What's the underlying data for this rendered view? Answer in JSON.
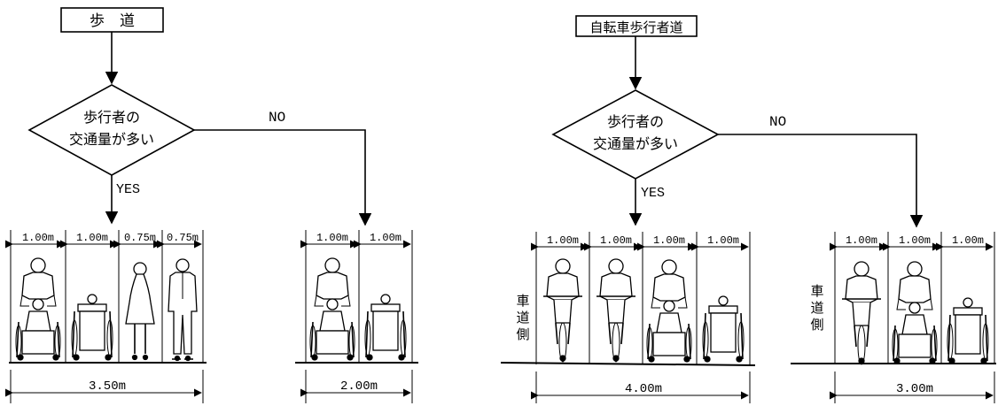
{
  "left": {
    "title": "歩　道",
    "decision_line1": "歩行者の",
    "decision_line2": "交通量が多い",
    "yes": "YES",
    "no": "NO",
    "yes_widths": [
      "1.00m",
      "1.00m",
      "0.75m",
      "0.75m"
    ],
    "yes_total": "3.50m",
    "no_widths": [
      "1.00m",
      "1.00m"
    ],
    "no_total": "2.00m"
  },
  "right": {
    "title": "自転車歩行者道",
    "decision_line1": "歩行者の",
    "decision_line2": "交通量が多い",
    "yes": "YES",
    "no": "NO",
    "roadside": [
      "車",
      "道",
      "側"
    ],
    "yes_widths": [
      "1.00m",
      "1.00m",
      "1.00m",
      "1.00m"
    ],
    "yes_total": "4.00m",
    "no_widths": [
      "1.00m",
      "1.00m",
      "1.00m"
    ],
    "no_total": "3.00m"
  }
}
